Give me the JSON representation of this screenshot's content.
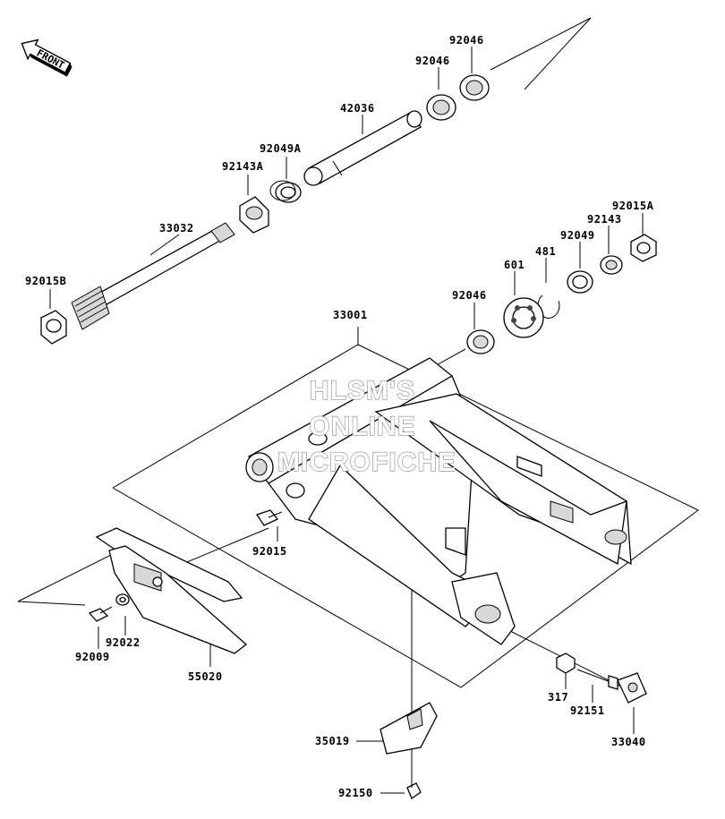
{
  "front_marker": {
    "label": "FRONT"
  },
  "watermark": {
    "lines": [
      "HLSM'S",
      "ONLINE",
      "MICROFICHE"
    ]
  },
  "labels": [
    {
      "id": "p92046-top",
      "text": "92046"
    },
    {
      "id": "p92046-mid",
      "text": "92046"
    },
    {
      "id": "p42036",
      "text": "42036"
    },
    {
      "id": "p92049A",
      "text": "92049A"
    },
    {
      "id": "p92143A",
      "text": "92143A"
    },
    {
      "id": "p33032",
      "text": "33032"
    },
    {
      "id": "p92015A",
      "text": "92015A"
    },
    {
      "id": "p92143",
      "text": "92143"
    },
    {
      "id": "p92049",
      "text": "92049"
    },
    {
      "id": "p481",
      "text": "481"
    },
    {
      "id": "p601",
      "text": "601"
    },
    {
      "id": "p92015B",
      "text": "92015B"
    },
    {
      "id": "p92046-low",
      "text": "92046"
    },
    {
      "id": "p33001",
      "text": "33001"
    },
    {
      "id": "p92015",
      "text": "92015"
    },
    {
      "id": "p92022",
      "text": "92022"
    },
    {
      "id": "p92009",
      "text": "92009"
    },
    {
      "id": "p55020",
      "text": "55020"
    },
    {
      "id": "p317",
      "text": "317"
    },
    {
      "id": "p92151",
      "text": "92151"
    },
    {
      "id": "p33040",
      "text": "33040"
    },
    {
      "id": "p35019",
      "text": "35019"
    },
    {
      "id": "p92150",
      "text": "92150"
    }
  ]
}
